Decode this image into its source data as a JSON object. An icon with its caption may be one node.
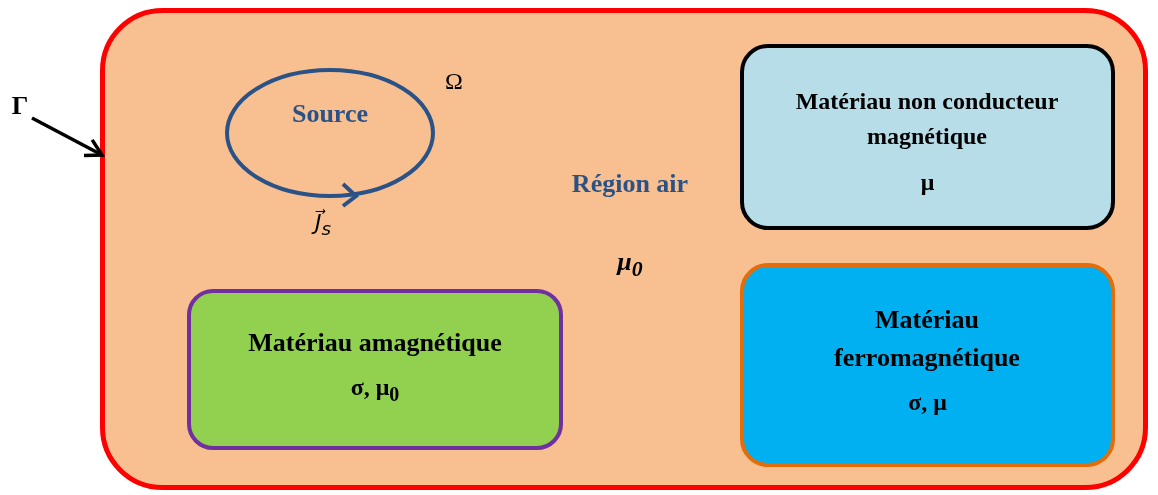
{
  "diagram": {
    "nodes": [
      {
        "text": [
          "Région air",
          "μ$_{0}$"
        ]
      },
      {
        "text": [
          "Source"
        ],
        "in": 0,
        "beside": [
          "J⃗$_{s}$"
        ]
      },
      {
        "text": [
          "Matériau non conducteur magnétique",
          "μ"
        ],
        "in": 0
      },
      {
        "text": [
          "Matériau amagnétique",
          "σ, μ$_{0}$"
        ],
        "in": 0
      },
      {
        "text": [
          "Matériau ferromagnétique",
          "σ, μ"
        ],
        "in": 0
      },
      {
        "text": [
          "Γ"
        ]
      }
    ],
    "edges": [
      {
        "from": 5,
        "to": 0,
        "arrow": "to"
      }
    ],
    "labels": [
      "Ω"
    ]
  }
}
